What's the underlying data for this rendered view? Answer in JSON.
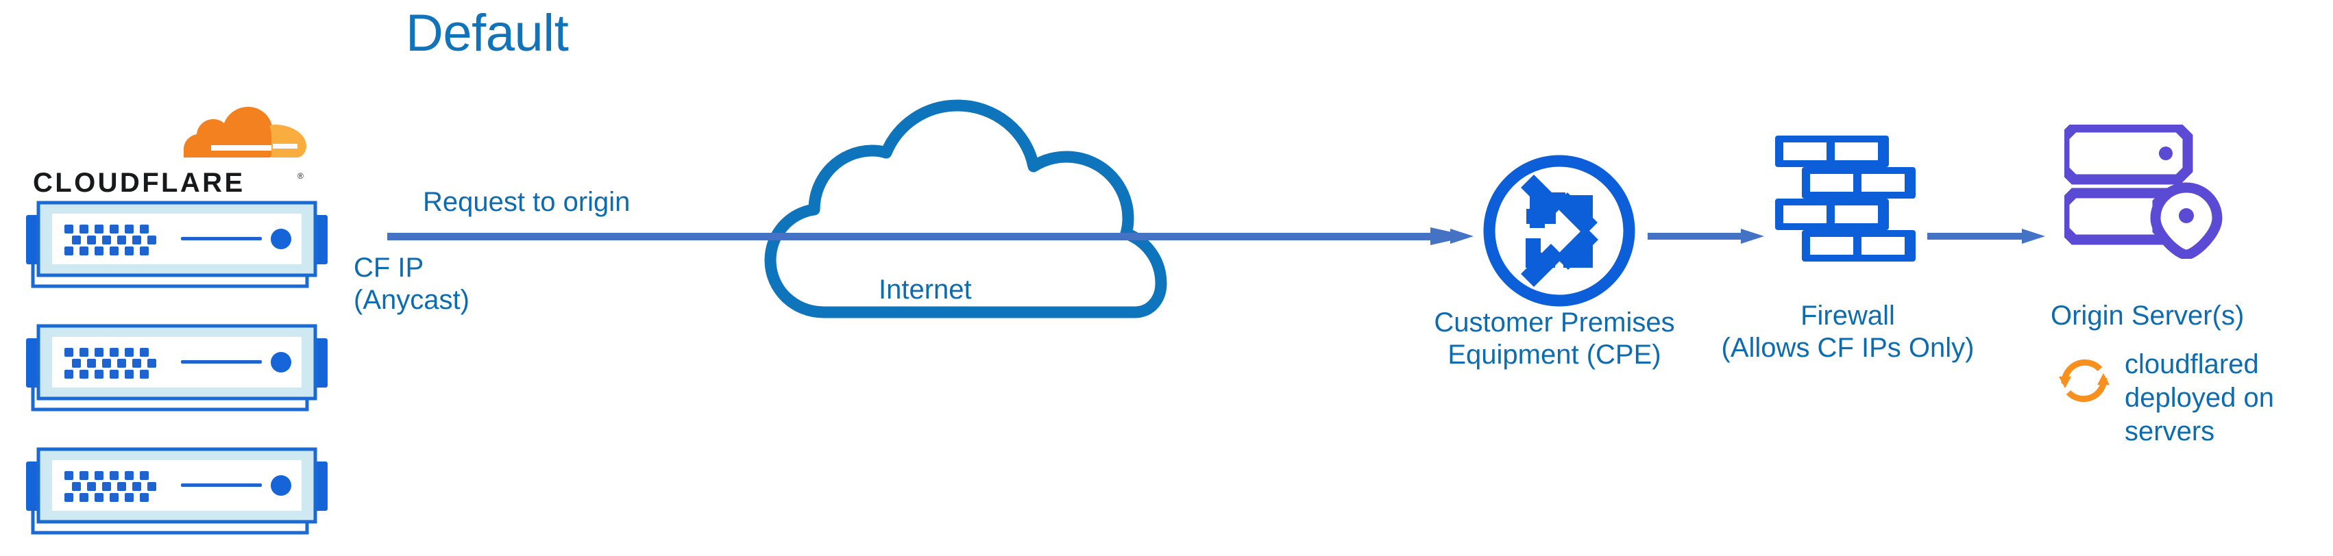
{
  "title": "Default",
  "colors": {
    "cf_blue_text": "#0d6cb0",
    "title_blue": "#1273b9",
    "cloud_outline": "#0e74bc",
    "arrow_blue": "#4472c4",
    "icon_blue": "#0d5fd9",
    "origin_purple": "#5b4ad4",
    "cf_orange": "#f48120",
    "cf_orange_light": "#faad3f",
    "server_border": "#1b6ad4",
    "server_fill": "#cfe9f2",
    "server_ear": "#1565d8"
  },
  "brand": {
    "logo_wordmark": "CLOUDFLARE",
    "logo_registered": "®",
    "logo_icon": "cloudflare-cloud-logo"
  },
  "edge_servers": {
    "icon": "rack-server-icon",
    "count": 3,
    "units": [
      {
        "name": "edge-server-1"
      },
      {
        "name": "edge-server-2"
      },
      {
        "name": "edge-server-3"
      }
    ]
  },
  "flow": {
    "request_label": "Request to origin",
    "cf_ip_label": "CF IP\n(Anycast)",
    "cf_ip_line1": "CF IP",
    "cf_ip_line2": "(Anycast)",
    "arrow_icon": "right-arrow-icon"
  },
  "internet": {
    "label": "Internet",
    "icon": "cloud-outline-icon"
  },
  "cpe": {
    "label_line1": "Customer Premises",
    "label_line2": "Equipment (CPE)",
    "icon": "router-icon"
  },
  "firewall": {
    "label_line1": "Firewall",
    "label_line2": "(Allows CF IPs Only)",
    "icon": "brick-wall-icon"
  },
  "origin": {
    "label": "Origin Server(s)",
    "icon": "server-location-pin-icon",
    "cloudflared": {
      "icon": "sync-circular-arrows-icon",
      "line1": "cloudflared",
      "line2": "deployed on",
      "line3": "servers"
    }
  }
}
